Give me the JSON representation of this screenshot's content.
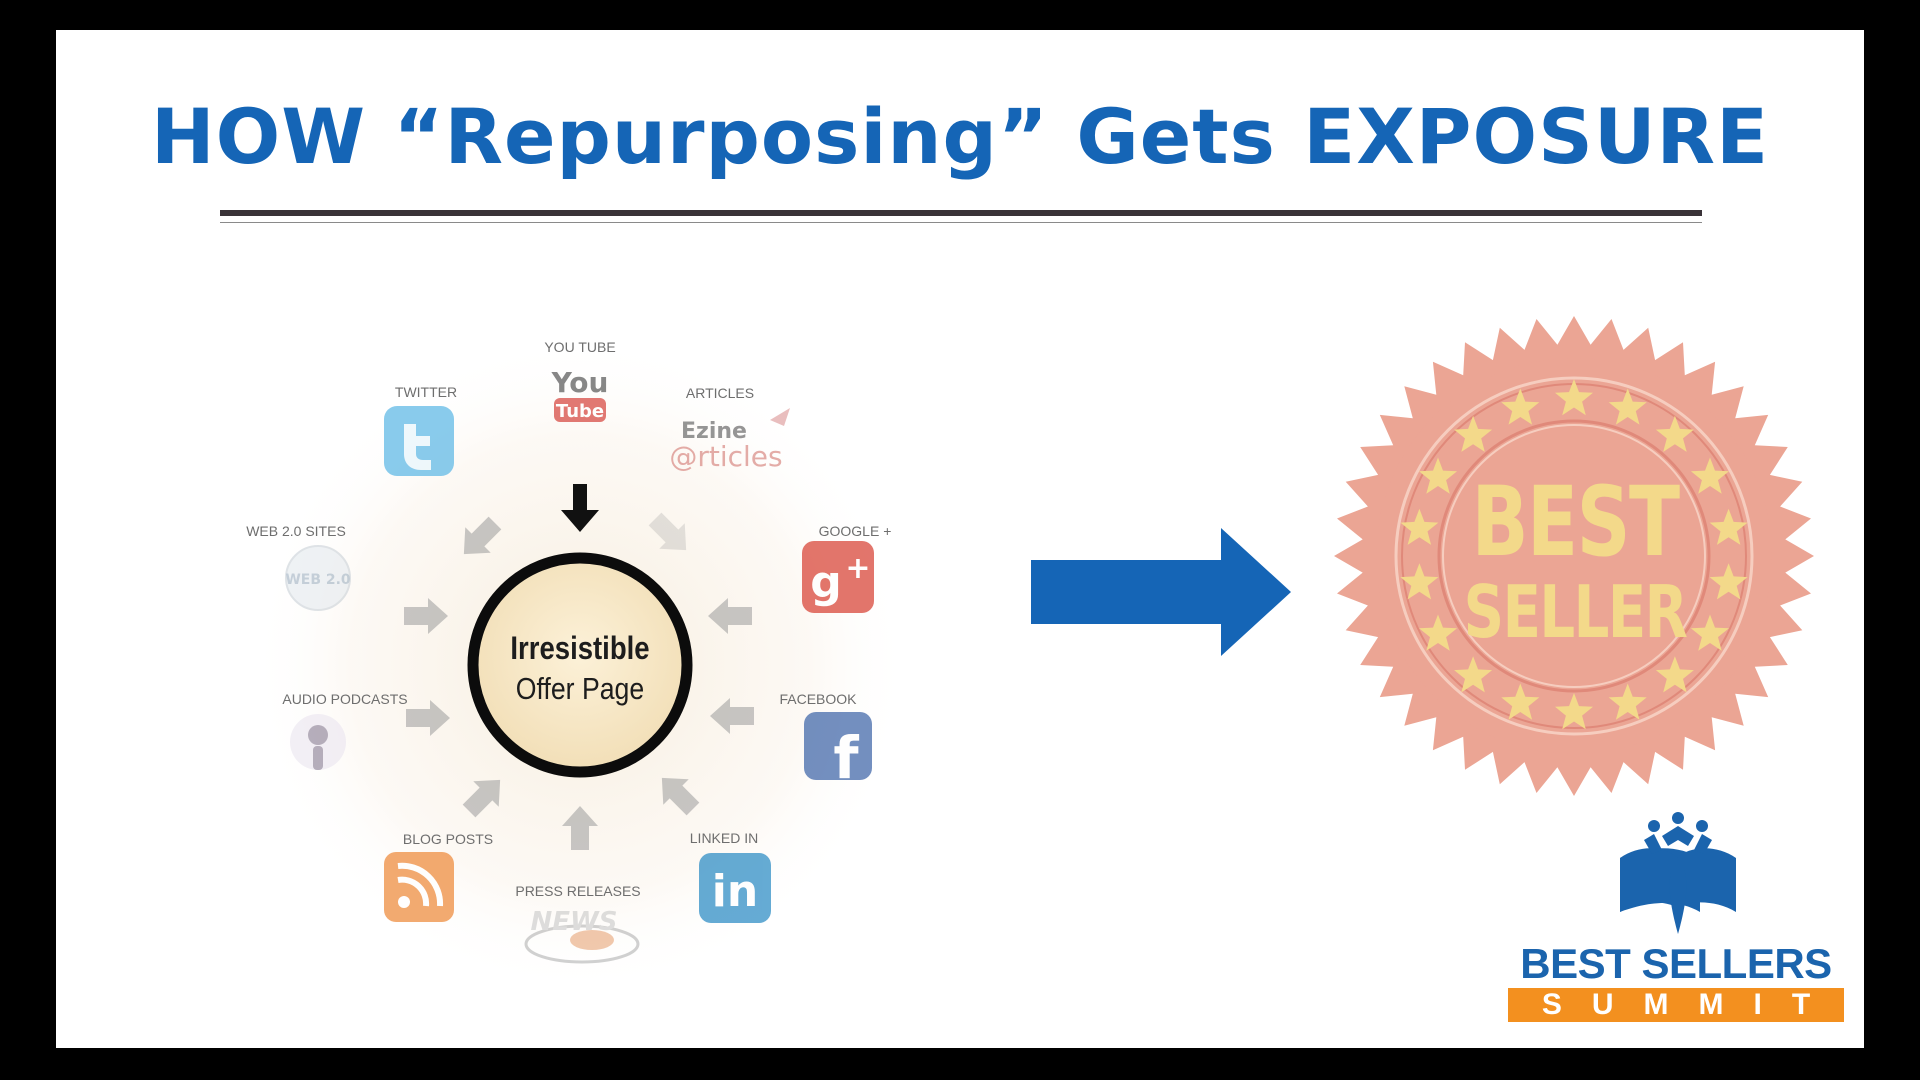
{
  "slide": {
    "title": "HOW “Repurposing” Gets EXPOSURE"
  },
  "diagram": {
    "center": {
      "line1": "Irresistible",
      "line2": "Offer Page"
    },
    "channels": [
      {
        "label": "YOU TUBE",
        "icon": "youtube-icon"
      },
      {
        "label": "ARTICLES",
        "icon": "ezine-articles-icon"
      },
      {
        "label": "GOOGLE +",
        "icon": "google-plus-icon"
      },
      {
        "label": "FACEBOOK",
        "icon": "facebook-icon"
      },
      {
        "label": "LINKED IN",
        "icon": "linkedin-icon"
      },
      {
        "label": "PRESS RELEASES",
        "icon": "news-icon"
      },
      {
        "label": "BLOG POSTS",
        "icon": "blog-icon"
      },
      {
        "label": "AUDIO PODCASTS",
        "icon": "podcast-icon"
      },
      {
        "label": "WEB 2.0 SITES",
        "icon": "web20-icon"
      },
      {
        "label": "TWITTER",
        "icon": "twitter-icon"
      }
    ],
    "youtube_text": {
      "you": "You",
      "tube": "Tube"
    },
    "ezine_text": {
      "line1": "Ezine",
      "line2": "@rticles"
    },
    "web20_text": "WEB 2.0",
    "news_text": "NEWS"
  },
  "badge": {
    "line1": "BEST",
    "line2": "SELLER"
  },
  "logo": {
    "line1": "BEST SELLERS",
    "line2": "SUMMIT"
  },
  "colors": {
    "title_blue": "#1565b6",
    "arrow_blue": "#1565b6",
    "seal_pink": "#eba594",
    "seal_gold": "#f3d98a",
    "logo_blue": "#1b64ad",
    "logo_orange": "#f3901f"
  }
}
